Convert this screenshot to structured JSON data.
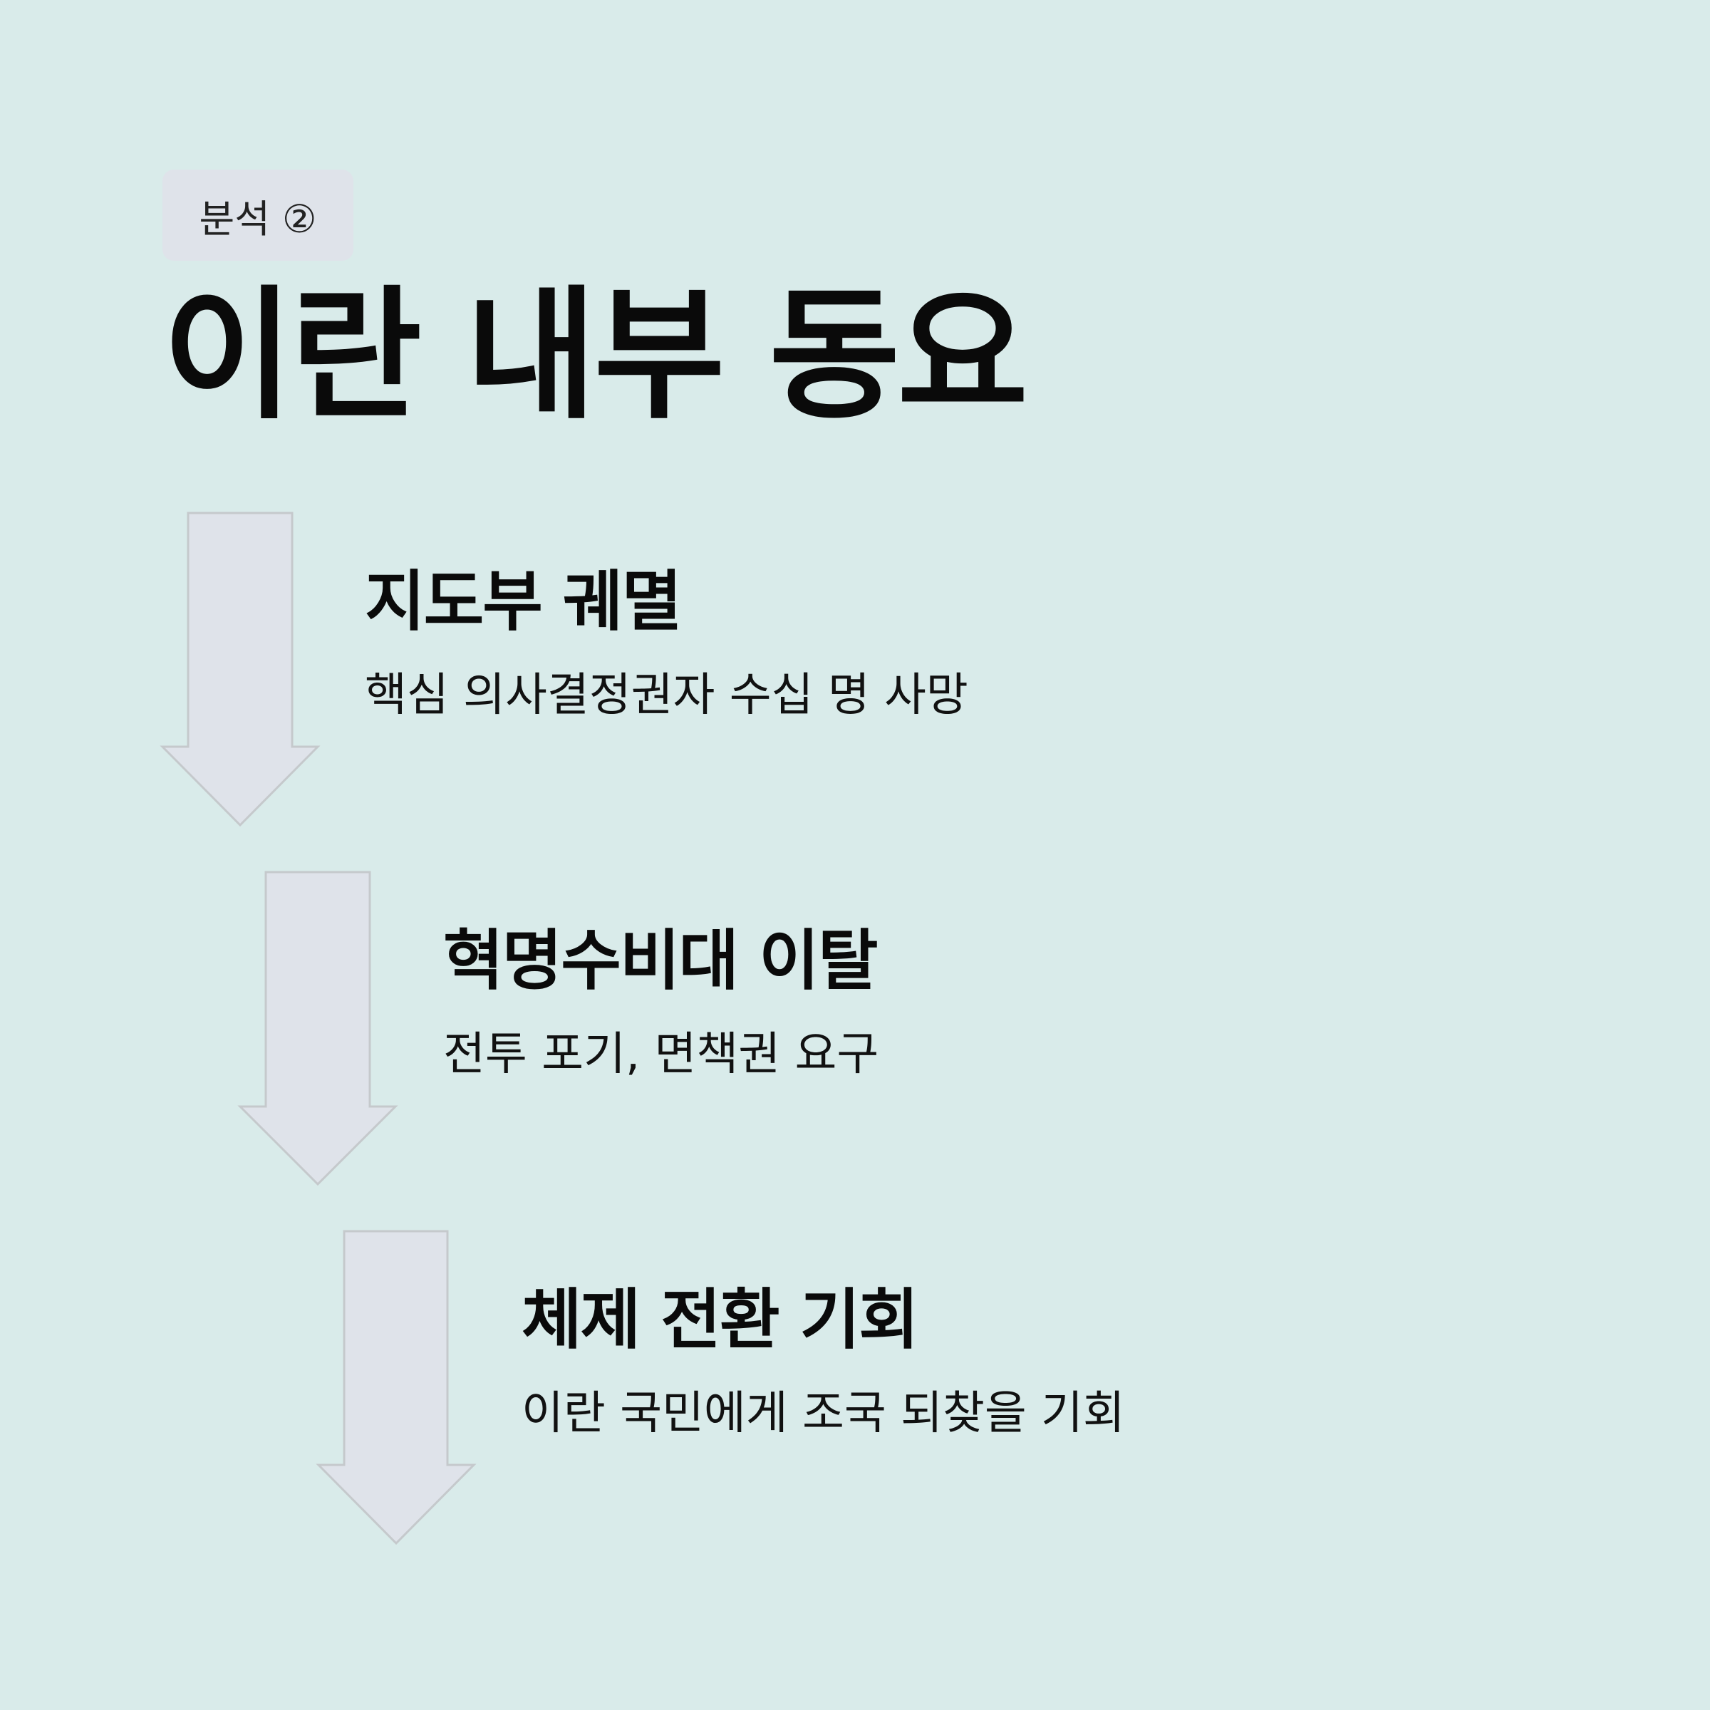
{
  "badge": "분석 ②",
  "title": "이란 내부 동요",
  "steps": [
    {
      "heading": "지도부 궤멸",
      "desc": "핵심 의사결정권자 수십 명 사망"
    },
    {
      "heading": "혁명수비대 이탈",
      "desc": "전투 포기, 면책권 요구"
    },
    {
      "heading": "체제 전환 기회",
      "desc": "이란 국민에게 조국 되찾을 기회"
    }
  ],
  "colors": {
    "background": "#d9ebea",
    "arrow_fill": "#dfe3ea",
    "arrow_stroke": "#c5c9cc",
    "badge_bg": "#dfe3ea"
  }
}
